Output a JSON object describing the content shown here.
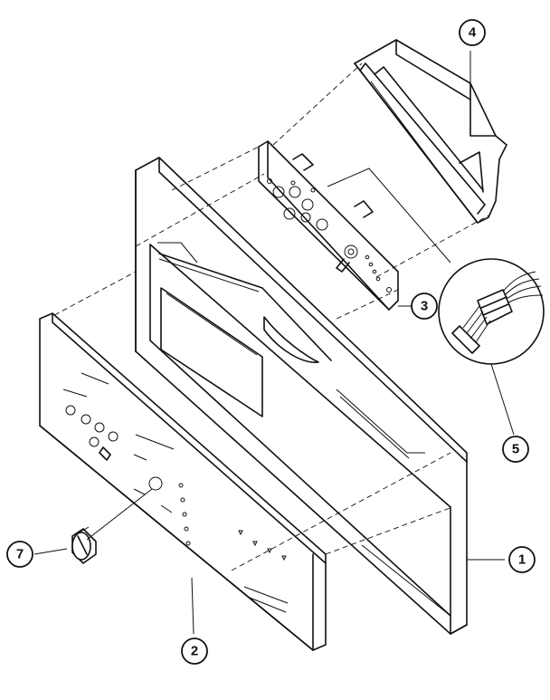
{
  "callouts": [
    {
      "id": "1",
      "label": "1"
    },
    {
      "id": "2",
      "label": "2"
    },
    {
      "id": "3",
      "label": "3"
    },
    {
      "id": "4",
      "label": "4"
    },
    {
      "id": "5",
      "label": "5"
    },
    {
      "id": "7",
      "label": "7"
    }
  ]
}
